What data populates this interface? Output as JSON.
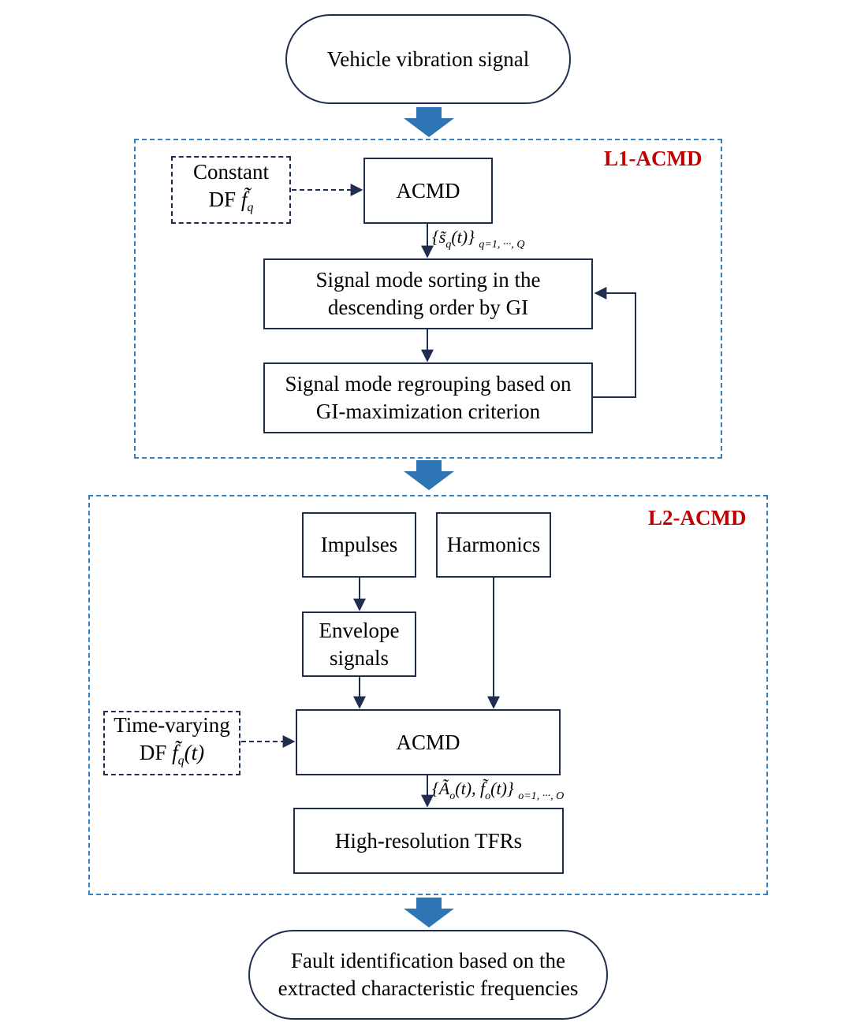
{
  "nodes": {
    "start": "Vehicle vibration signal",
    "constant_df_line1": "Constant",
    "constant_df_line2": "DF",
    "constant_df_symbol": "f̃",
    "constant_df_sub": "q",
    "acmd_1": "ACMD",
    "sorting_line1": "Signal mode sorting in the",
    "sorting_line2": "descending order by GI",
    "regrouping_line1": "Signal mode regrouping based on",
    "regrouping_line2": "GI-maximization criterion",
    "impulses": "Impulses",
    "harmonics": "Harmonics",
    "envelope_line1": "Envelope",
    "envelope_line2": "signals",
    "timevarying_df_line1": "Time-varying",
    "timevarying_df_line2": "DF",
    "timevarying_df_symbol": "f̃",
    "timevarying_df_sub": "q",
    "timevarying_df_arg": "(t)",
    "acmd_2": "ACMD",
    "tfr": "High-resolution TFRs",
    "end_line1": "Fault identification based on the",
    "end_line2": "extracted characteristic frequencies"
  },
  "regions": {
    "l1": "L1-ACMD",
    "l2": "L2-ACMD"
  },
  "edge_labels": {
    "l1_output": "{s̃",
    "l1_output_sub": "q",
    "l1_output_rest": "(t)}",
    "l1_output_range": "q=1, ···, Q",
    "l2_output": "{Ã",
    "l2_output_sub1": "o",
    "l2_output_mid": "(t), f̃",
    "l2_output_sub2": "o",
    "l2_output_rest": "(t)}",
    "l2_output_range": "o=1, ···, O"
  },
  "colors": {
    "node_border": "#1f2d4f",
    "region_border": "#2f7fc1",
    "region_label": "#c00000",
    "big_arrow": "#2e75b6"
  }
}
